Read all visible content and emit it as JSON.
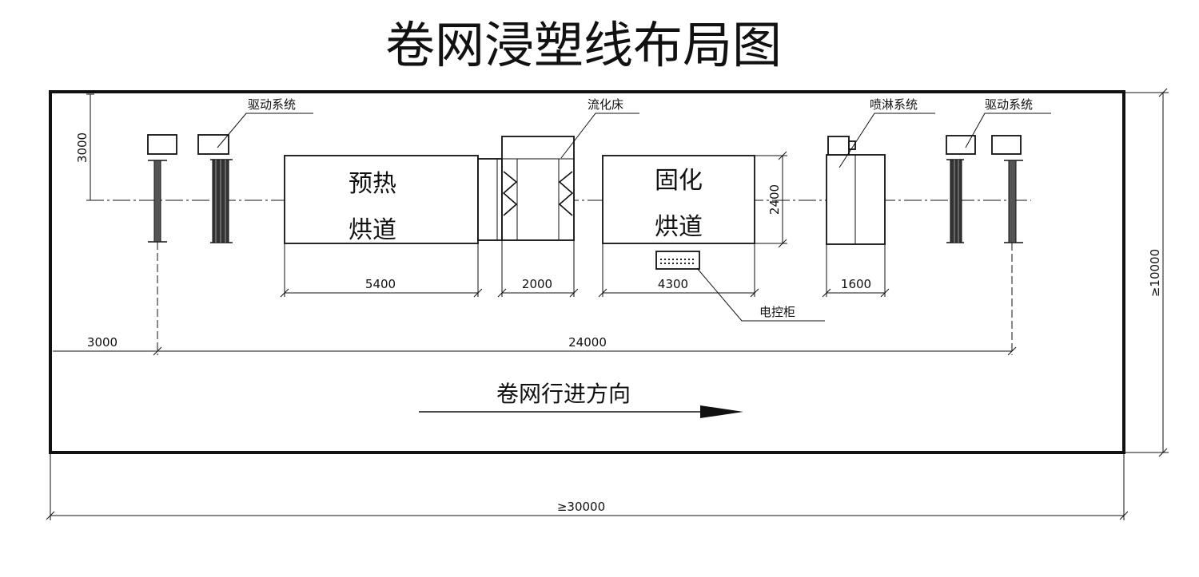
{
  "title": "卷网浸塑线布局图",
  "labels": {
    "drive_left": "驱动系统",
    "fluidized_bed": "流化床",
    "spray": "喷淋系统",
    "drive_right": "驱动系统",
    "control_cabinet": "电控柜"
  },
  "sections": {
    "preheat_1": "预热",
    "preheat_2": "烘道",
    "cure_1": "固化",
    "cure_2": "烘道"
  },
  "dimensions": {
    "d3000_vertical": "3000",
    "d5400": "5400",
    "d2000": "2000",
    "d4300": "4300",
    "d1600": "1600",
    "d2400": "2400",
    "d3000_horizontal": "3000",
    "d24000": "24000",
    "d_width": "≥10000",
    "d_length": "≥30000"
  },
  "direction": "卷网行进方向"
}
